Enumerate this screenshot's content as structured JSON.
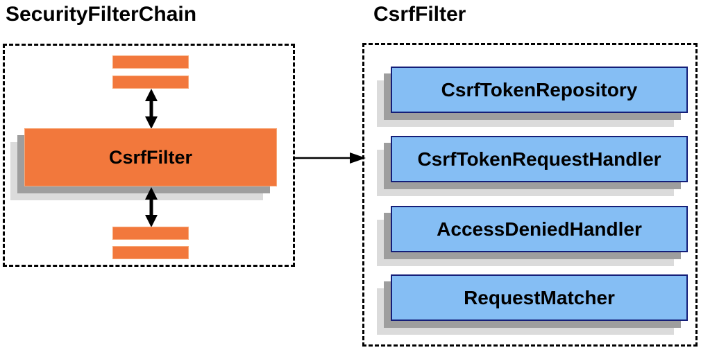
{
  "left_panel": {
    "title": "SecurityFilterChain",
    "csrf_filter_label": "CsrfFilter"
  },
  "right_panel": {
    "title": "CsrfFilter",
    "components": [
      {
        "label": "CsrfTokenRepository"
      },
      {
        "label": "CsrfTokenRequestHandler"
      },
      {
        "label": "AccessDeniedHandler"
      },
      {
        "label": "RequestMatcher"
      }
    ]
  },
  "icons": {
    "top_connector": "double-headed-arrow",
    "bottom_connector": "double-headed-arrow",
    "panel_connector": "right-arrow"
  },
  "colors": {
    "orange": "#F2783C",
    "orange-light": "#F7A878",
    "blue-fill": "#85BEF4",
    "blue-border": "#141E78",
    "shadow-dark": "#9E9E9E",
    "shadow-light": "#DBDBDB",
    "line": "#000000"
  }
}
